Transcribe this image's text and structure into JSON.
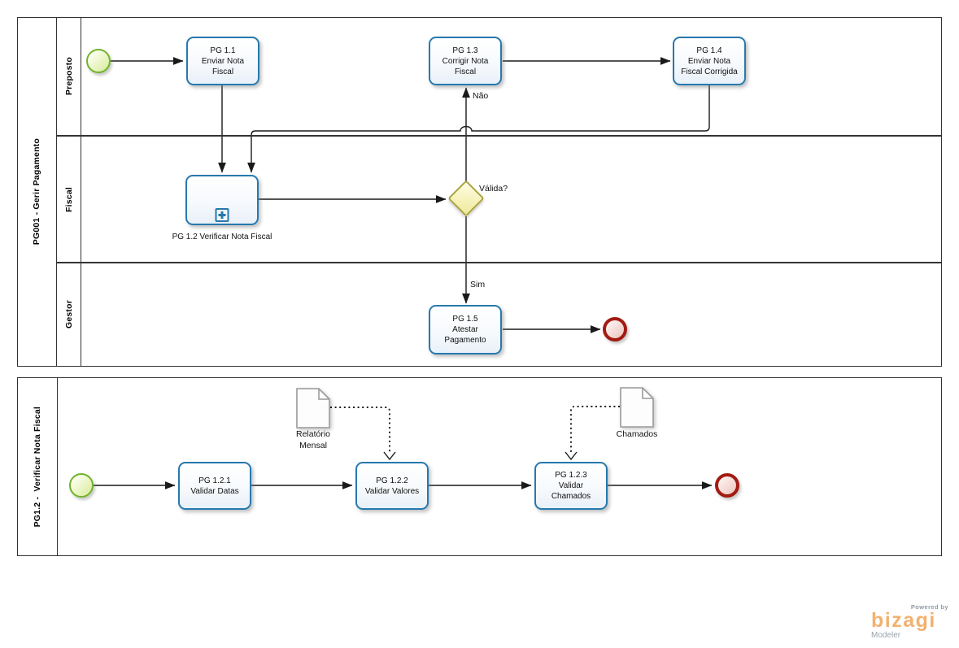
{
  "pools": {
    "pg001": {
      "title": "PG001 - Gerir Pagamento",
      "lanes": [
        {
          "label": "Preposto"
        },
        {
          "label": "Fiscal"
        },
        {
          "label": "Gestor"
        }
      ]
    },
    "pg12": {
      "title": "PG1.2 -  Verificar Nota Fiscal"
    }
  },
  "nodes": {
    "task_pg11": {
      "label": "PG 1.1\nEnviar Nota\nFiscal"
    },
    "task_pg13": {
      "label": "PG 1.3\nCorrigir Nota\nFiscal"
    },
    "task_pg14": {
      "label": "PG 1.4\nEnviar Nota\nFiscal Corrigida"
    },
    "subprocess_pg12": {
      "label": "PG 1.2 Verificar Nota Fiscal"
    },
    "gateway_valida": {
      "label": "Válida?"
    },
    "task_pg15": {
      "label": "PG 1.5\nAtestar\nPagamento"
    },
    "task_pg121": {
      "label": "PG 1.2.1\nValidar Datas"
    },
    "task_pg122": {
      "label": "PG 1.2.2\nValidar Valores"
    },
    "task_pg123": {
      "label": "PG 1.2.3\nValidar\nChamados"
    },
    "doc_relatorio": {
      "label": "Relatório\nMensal"
    },
    "doc_chamados": {
      "label": "Chamados"
    }
  },
  "edge_labels": {
    "nao": "Não",
    "sim": "Sim"
  },
  "watermark": {
    "powered_by": "Powered by",
    "brand": "bizagi",
    "product": "Modeler"
  },
  "colors": {
    "task_border": "#2679ae",
    "start_event_green": "#71b32c",
    "end_event_red": "#a21b12",
    "gateway_yellow": "#a9a43e",
    "logo_orange": "#f2b170",
    "logo_gray": "#9aa4ad",
    "line_black": "#1a1a1a"
  }
}
